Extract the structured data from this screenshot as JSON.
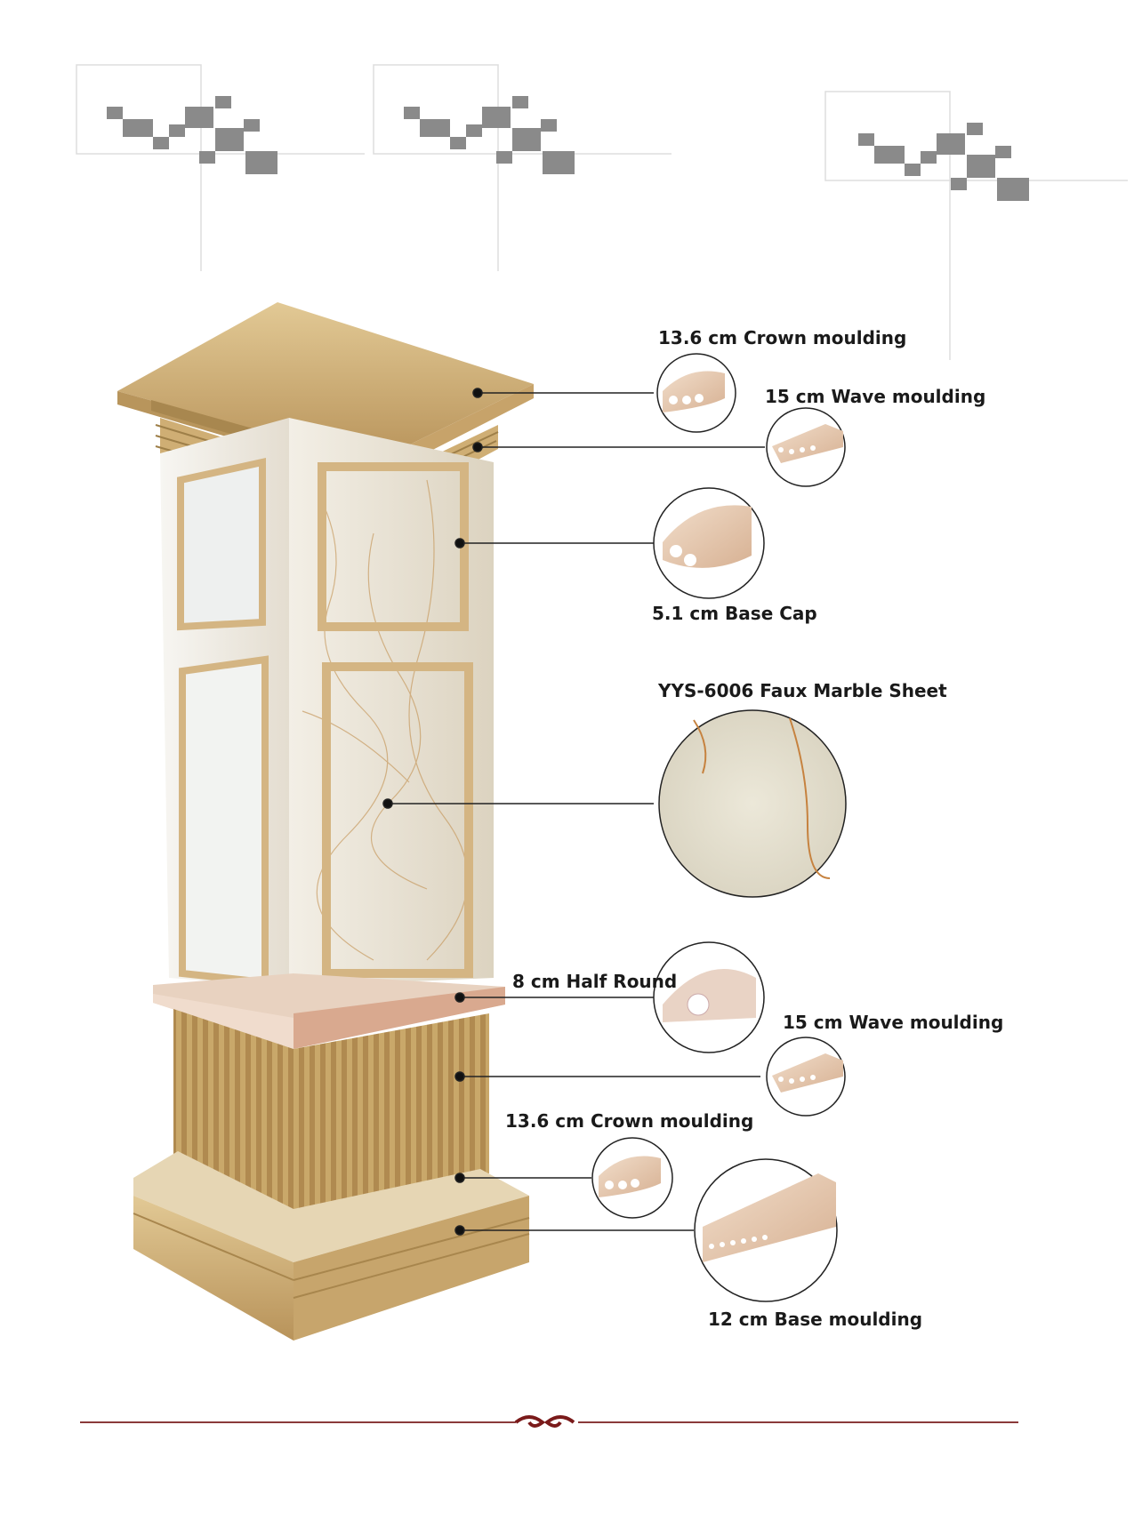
{
  "callouts": {
    "crown_top": "13.6 cm Crown moulding",
    "wave_top": "15 cm Wave moulding",
    "base_cap": "5.1 cm Base Cap",
    "marble_sheet": "YYS-6006 Faux Marble Sheet",
    "half_round": "8 cm Half Round",
    "wave_bottom": "15 cm Wave moulding",
    "crown_bottom": "13.6 cm Crown moulding",
    "base_moulding": "12 cm Base moulding"
  },
  "colors": {
    "marble_cream": "#e6dccb",
    "marble_gold": "#c9a86a",
    "marble_pink": "#e8c7b4",
    "leader_line": "#222222",
    "footer_ornament": "#7a1a1a",
    "pixel_pattern": "#8a8a8a"
  },
  "icons": [
    "pixel-pattern-icon",
    "scroll-ornament-icon"
  ]
}
